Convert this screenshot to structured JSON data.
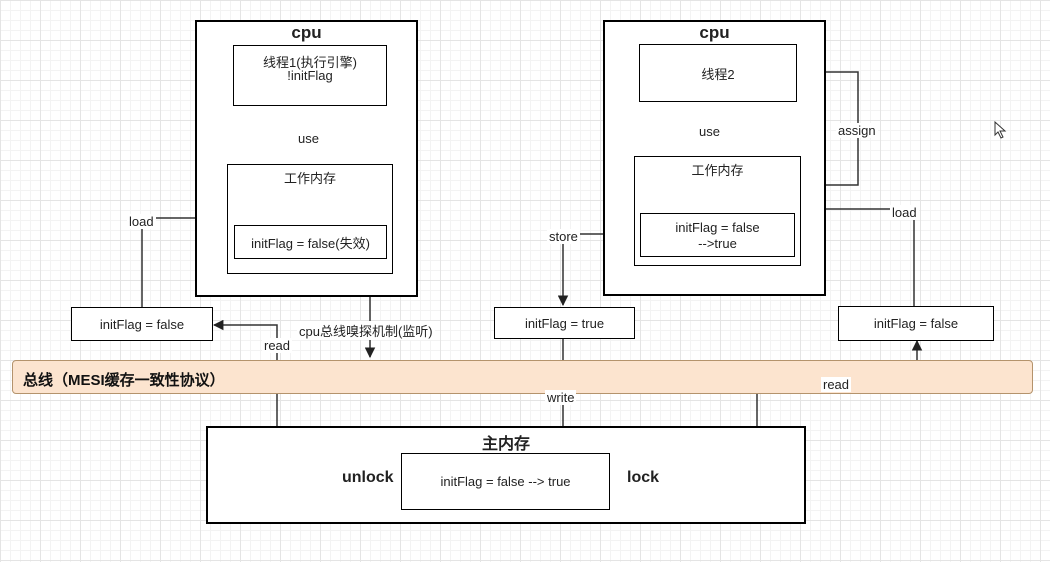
{
  "cpu_left": {
    "title": "cpu",
    "thread_label": "线程1(执行引擎)",
    "thread_code": "!initFlag",
    "use_label": "use",
    "work_mem_label": "工作内存",
    "var_value": "initFlag = false(失效)"
  },
  "cpu_right": {
    "title": "cpu",
    "thread_label": "线程2",
    "use_label": "use",
    "assign_label": "assign",
    "work_mem_label": "工作内存",
    "var_value_line1": "initFlag = false",
    "var_value_line2": "-->true"
  },
  "left_side": {
    "load_label": "load",
    "read_label": "read",
    "cache_value": "initFlag = false",
    "snoop_label": "cpu总线嗅探机制(监听)"
  },
  "right_side": {
    "store_label": "store",
    "store_value": "initFlag = true",
    "write_label": "write",
    "load_label": "load",
    "read_label": "read",
    "cache_value": "initFlag = false"
  },
  "bus": {
    "label": "总线（MESI缓存一致性协议）",
    "fill_color": "#fce4cf"
  },
  "main_memory": {
    "title": "主内存",
    "unlock_label": "unlock",
    "lock_label": "lock",
    "value": "initFlag = false --> true"
  }
}
